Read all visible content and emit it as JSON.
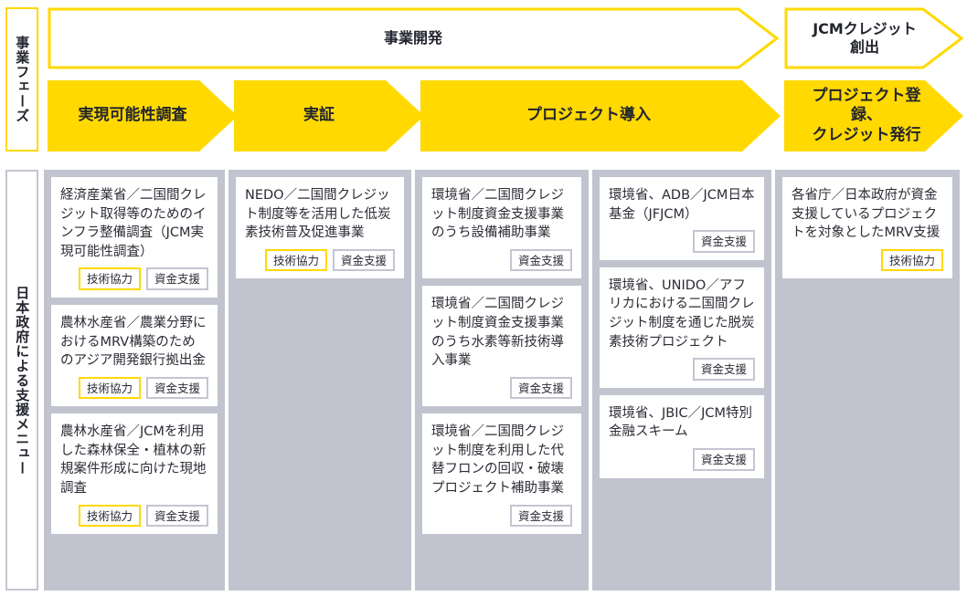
{
  "side_labels": {
    "phase": "事業フェーズ",
    "menu": "日本政府による支援メニュー"
  },
  "colors": {
    "accent_yellow": "#ffd900",
    "panel_grey": "#c1c4ce",
    "border_grey": "#c3c6d0",
    "text_dark": "#23252e"
  },
  "header": {
    "top_row": [
      {
        "label": "事業開発",
        "style": "white-arrow"
      },
      {
        "label": "JCMクレジット\n創出",
        "style": "white-arrow"
      }
    ],
    "bottom_row": [
      {
        "label": "実現可能性調査",
        "style": "yellow-arrow"
      },
      {
        "label": "実証",
        "style": "yellow-arrow"
      },
      {
        "label": "プロジェクト導入",
        "style": "yellow-arrow"
      },
      {
        "label": "プロジェクト登録、\nクレジット発行",
        "style": "yellow-arrow"
      }
    ]
  },
  "tag_labels": {
    "tech": "技術協力",
    "fund": "資金支援"
  },
  "columns": [
    {
      "id": "feasibility",
      "cards": [
        {
          "text": "経済産業省／二国間クレジット取得等のためのインフラ整備調査（JCM実現可能性調査）",
          "tags": [
            "技術協力",
            "資金支援"
          ]
        },
        {
          "text": "農林水産省／農業分野におけるMRV構築のためのアジア開発銀行拠出金",
          "tags": [
            "技術協力",
            "資金支援"
          ]
        },
        {
          "text": "農林水産省／JCMを利用した森林保全・植林の新規案件形成に向けた現地調査",
          "tags": [
            "技術協力",
            "資金支援"
          ]
        }
      ]
    },
    {
      "id": "demonstration",
      "cards": [
        {
          "text": "NEDO／二国間クレジット制度等を活用した低炭素技術普及促進事業",
          "tags": [
            "技術協力",
            "資金支援"
          ]
        }
      ]
    },
    {
      "id": "project-implementation-a",
      "cards": [
        {
          "text": "環境省／二国間クレジット制度資金支援事業のうち設備補助事業",
          "tags": [
            "資金支援"
          ]
        },
        {
          "text": "環境省／二国間クレジット制度資金支援事業のうち水素等新技術導入事業",
          "tags": [
            "資金支援"
          ]
        },
        {
          "text": "環境省／二国間クレジット制度を利用した代替フロンの回収・破壊プロジェクト補助事業",
          "tags": [
            "資金支援"
          ]
        }
      ]
    },
    {
      "id": "project-implementation-b",
      "cards": [
        {
          "text": "環境省、ADB／JCM日本基金（JFJCM）",
          "tags": [
            "資金支援"
          ]
        },
        {
          "text": "環境省、UNIDO／アフリカにおける二国間クレジット制度を通じた脱炭素技術プロジェクト",
          "tags": [
            "資金支援"
          ]
        },
        {
          "text": "環境省、JBIC／JCM特別金融スキーム",
          "tags": [
            "資金支援"
          ]
        }
      ]
    },
    {
      "id": "registration-issuance",
      "cards": [
        {
          "text": "各省庁／日本政府が資金支援しているプロジェクトを対象としたMRV支援",
          "tags": [
            "技術協力"
          ]
        }
      ]
    }
  ]
}
